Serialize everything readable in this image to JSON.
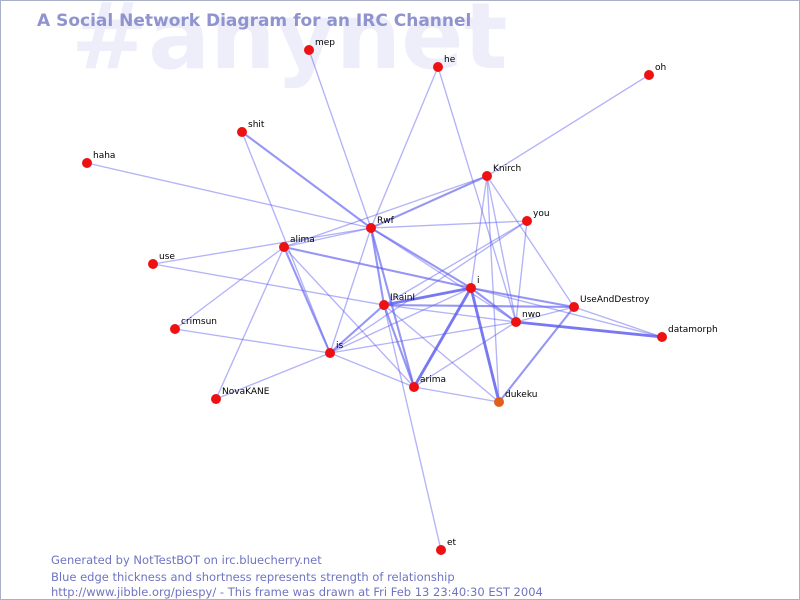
{
  "header": {
    "watermark": "#anynet",
    "title": "A Social Network Diagram for an IRC Channel"
  },
  "footer": {
    "line1": "Generated by NotTestBOT on irc.bluecherry.net",
    "line2": "Blue edge thickness and shortness represents strength of relationship",
    "line3": "http://www.jibble.org/piespy/ - This frame was drawn at Fri Feb 13 23:40:30 EST 2004"
  },
  "colors": {
    "node": "#ee1111",
    "node_highlight": "#e0601a",
    "edge": "#5a5af0",
    "title": "#8f93cf",
    "footer": "#6f74c2",
    "watermark": "#eeeefb"
  },
  "nodes": [
    {
      "id": "mep",
      "label": "mep"
    },
    {
      "id": "he",
      "label": "he"
    },
    {
      "id": "oh",
      "label": "oh"
    },
    {
      "id": "shit",
      "label": "shit"
    },
    {
      "id": "haha",
      "label": "haha"
    },
    {
      "id": "Knirch",
      "label": "Knirch"
    },
    {
      "id": "you",
      "label": "you"
    },
    {
      "id": "Rwf",
      "label": "Rwf"
    },
    {
      "id": "alima",
      "label": "alima"
    },
    {
      "id": "use",
      "label": "use"
    },
    {
      "id": "i",
      "label": "i"
    },
    {
      "id": "IRainI",
      "label": "IRainI"
    },
    {
      "id": "UseAndDestroy",
      "label": "UseAndDestroy"
    },
    {
      "id": "nwo",
      "label": "nwo"
    },
    {
      "id": "datamorph",
      "label": "datamorph"
    },
    {
      "id": "crimsun",
      "label": "crimsun"
    },
    {
      "id": "is",
      "label": "is"
    },
    {
      "id": "arima",
      "label": "arima"
    },
    {
      "id": "NovaKANE",
      "label": "NovaKANE"
    },
    {
      "id": "dukeku",
      "label": "dukeku",
      "highlight": true
    },
    {
      "id": "et",
      "label": "et"
    }
  ],
  "edges": [
    {
      "source": "mep",
      "target": "Rwf",
      "strength": 1
    },
    {
      "source": "he",
      "target": "Rwf",
      "strength": 1
    },
    {
      "source": "he",
      "target": "nwo",
      "strength": 1
    },
    {
      "source": "oh",
      "target": "Knirch",
      "strength": 1
    },
    {
      "source": "shit",
      "target": "Rwf",
      "strength": 2
    },
    {
      "source": "shit",
      "target": "is",
      "strength": 1
    },
    {
      "source": "haha",
      "target": "Rwf",
      "strength": 1
    },
    {
      "source": "Knirch",
      "target": "Rwf",
      "strength": 2
    },
    {
      "source": "Knirch",
      "target": "alima",
      "strength": 1
    },
    {
      "source": "Knirch",
      "target": "i",
      "strength": 1
    },
    {
      "source": "Knirch",
      "target": "nwo",
      "strength": 1
    },
    {
      "source": "Knirch",
      "target": "dukeku",
      "strength": 1
    },
    {
      "source": "Knirch",
      "target": "UseAndDestroy",
      "strength": 1
    },
    {
      "source": "you",
      "target": "Rwf",
      "strength": 1
    },
    {
      "source": "you",
      "target": "nwo",
      "strength": 1
    },
    {
      "source": "you",
      "target": "IRainI",
      "strength": 1
    },
    {
      "source": "you",
      "target": "is",
      "strength": 1
    },
    {
      "source": "Rwf",
      "target": "alima",
      "strength": 1
    },
    {
      "source": "Rwf",
      "target": "use",
      "strength": 1
    },
    {
      "source": "Rwf",
      "target": "i",
      "strength": 2
    },
    {
      "source": "Rwf",
      "target": "IRainI",
      "strength": 2
    },
    {
      "source": "Rwf",
      "target": "arima",
      "strength": 2
    },
    {
      "source": "Rwf",
      "target": "is",
      "strength": 1
    },
    {
      "source": "Rwf",
      "target": "nwo",
      "strength": 1
    },
    {
      "source": "alima",
      "target": "i",
      "strength": 2
    },
    {
      "source": "alima",
      "target": "is",
      "strength": 2
    },
    {
      "source": "alima",
      "target": "NovaKANE",
      "strength": 1
    },
    {
      "source": "alima",
      "target": "crimsun",
      "strength": 1
    },
    {
      "source": "alima",
      "target": "arima",
      "strength": 1
    },
    {
      "source": "use",
      "target": "IRainI",
      "strength": 1
    },
    {
      "source": "i",
      "target": "IRainI",
      "strength": 3
    },
    {
      "source": "i",
      "target": "arima",
      "strength": 3
    },
    {
      "source": "i",
      "target": "dukeku",
      "strength": 3
    },
    {
      "source": "i",
      "target": "UseAndDestroy",
      "strength": 2
    },
    {
      "source": "i",
      "target": "nwo",
      "strength": 2
    },
    {
      "source": "i",
      "target": "is",
      "strength": 1
    },
    {
      "source": "i",
      "target": "datamorph",
      "strength": 1
    },
    {
      "source": "IRainI",
      "target": "UseAndDestroy",
      "strength": 2
    },
    {
      "source": "IRainI",
      "target": "nwo",
      "strength": 1
    },
    {
      "source": "IRainI",
      "target": "is",
      "strength": 2
    },
    {
      "source": "IRainI",
      "target": "arima",
      "strength": 2
    },
    {
      "source": "IRainI",
      "target": "dukeku",
      "strength": 1
    },
    {
      "source": "IRainI",
      "target": "et",
      "strength": 1
    },
    {
      "source": "nwo",
      "target": "datamorph",
      "strength": 3
    },
    {
      "source": "nwo",
      "target": "UseAndDestroy",
      "strength": 1
    },
    {
      "source": "nwo",
      "target": "arima",
      "strength": 1
    },
    {
      "source": "UseAndDestroy",
      "target": "dukeku",
      "strength": 2
    },
    {
      "source": "UseAndDestroy",
      "target": "datamorph",
      "strength": 1
    },
    {
      "source": "crimsun",
      "target": "is",
      "strength": 1
    },
    {
      "source": "is",
      "target": "arima",
      "strength": 1
    },
    {
      "source": "is",
      "target": "NovaKANE",
      "strength": 1
    },
    {
      "source": "is",
      "target": "nwo",
      "strength": 1
    },
    {
      "source": "arima",
      "target": "dukeku",
      "strength": 1
    }
  ]
}
